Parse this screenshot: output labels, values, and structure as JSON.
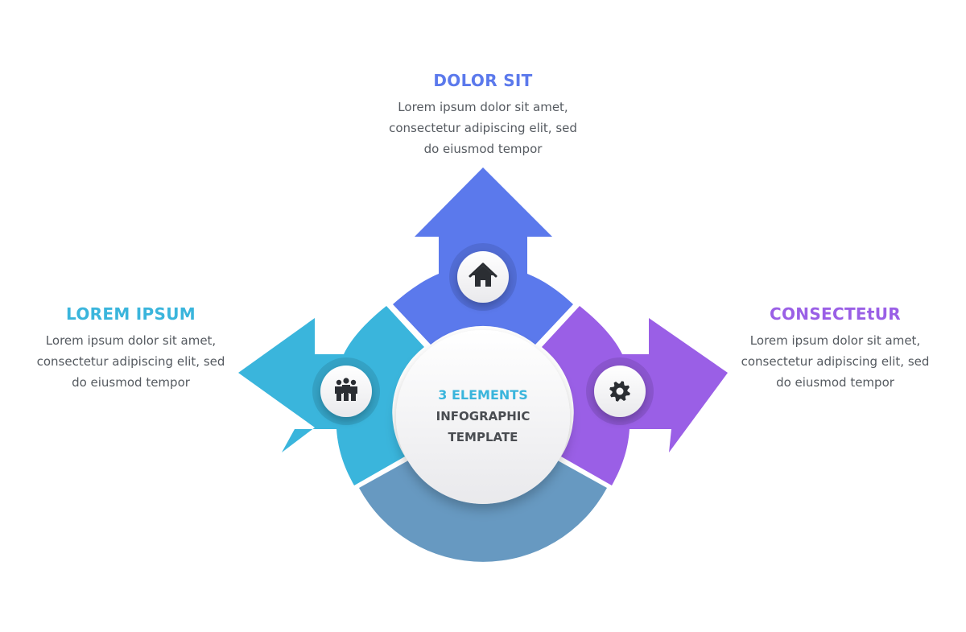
{
  "colors": {
    "left": "#3AB5DC",
    "top": "#5B79EC",
    "right": "#9A5FE6",
    "bottom": "#6799C1",
    "body_text": "#555A60",
    "icon": "#2B2E33"
  },
  "center": {
    "line1": "3 ELEMENTS",
    "line2": "INFOGRAPHIC",
    "line3": "TEMPLATE"
  },
  "elements": [
    {
      "id": "left",
      "title": "LOREM IPSUM",
      "text": [
        "Lorem ipsum dolor sit amet,",
        "consectetur adipiscing elit, sed",
        "do eiusmod tempor"
      ],
      "icon": "people-icon"
    },
    {
      "id": "top",
      "title": "DOLOR SIT",
      "text": [
        "Lorem ipsum dolor sit amet,",
        "consectetur adipiscing elit, sed",
        "do eiusmod tempor"
      ],
      "icon": "home-icon"
    },
    {
      "id": "right",
      "title": "CONSECTEtUR",
      "text": [
        "Lorem ipsum dolor sit amet,",
        "consectetur adipiscing elit, sed",
        "do eiusmod tempor"
      ],
      "icon": "gear-icon"
    }
  ]
}
